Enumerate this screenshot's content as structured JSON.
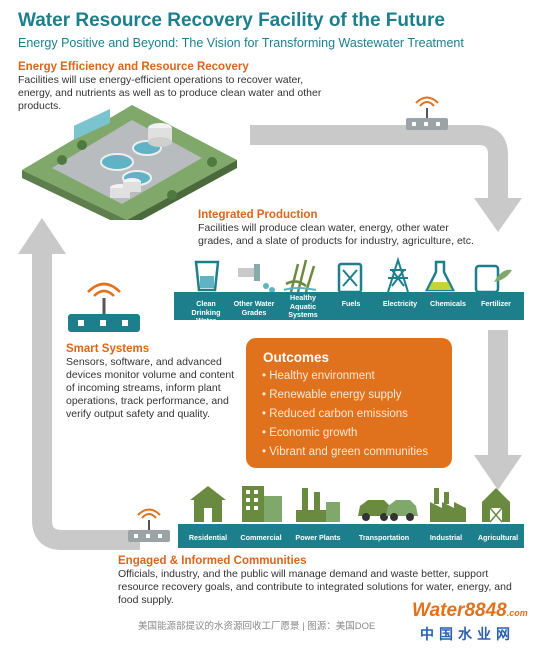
{
  "title": "Water Resource Recovery Facility of the Future",
  "subtitle": "Energy Positive and Beyond: The Vision for Transforming Wastewater Treatment",
  "sections": {
    "energy": {
      "heading": "Energy Efficiency and Resource Recovery",
      "text": "Facilities will use energy-efficient operations to recover water, energy, and nutrients as well as to produce clean water and other products."
    },
    "integrated": {
      "heading": "Integrated Production",
      "text": "Facilities will produce clean water, energy, other water grades, and a slate of products for industry, agriculture, etc."
    },
    "smart": {
      "heading": "Smart Systems",
      "text": "Sensors, software, and advanced devices monitor volume and content of incoming streams, inform plant operations, track performance, and verify output safety and quality."
    },
    "engaged": {
      "heading": "Engaged & Informed Communities",
      "text": "Officials, industry, and the public will manage demand and waste better, support resource recovery goals, and contribute to integrated solutions for water, energy, and food supply."
    }
  },
  "integrated_items": [
    {
      "label": "Clean Drinking Water",
      "icon": "water-glass-icon"
    },
    {
      "label": "Other Water Grades",
      "icon": "pipe-icon"
    },
    {
      "label": "Healthy Aquatic Systems",
      "icon": "plant-icon"
    },
    {
      "label": "Fuels",
      "icon": "fuel-can-icon"
    },
    {
      "label": "Electricity",
      "icon": "power-tower-icon"
    },
    {
      "label": "Chemicals",
      "icon": "flask-icon"
    },
    {
      "label": "Fertilizer",
      "icon": "fertilizer-icon"
    }
  ],
  "community_items": [
    {
      "label": "Residential",
      "icon": "house-icon"
    },
    {
      "label": "Commercial",
      "icon": "office-building-icon"
    },
    {
      "label": "Power Plants",
      "icon": "power-plant-icon"
    },
    {
      "label": "Transportation",
      "icon": "car-icon"
    },
    {
      "label": "Industrial",
      "icon": "factory-icon"
    },
    {
      "label": "Agricultural",
      "icon": "barn-icon"
    }
  ],
  "outcomes": {
    "heading": "Outcomes",
    "items": [
      "• Healthy environment",
      "• Renewable energy supply",
      "• Reduced carbon emissions",
      "• Economic growth",
      "• Vibrant and green communities"
    ]
  },
  "footer": {
    "caption": "美国能源部提议的水资源回收工厂愿景 | 图源：美国DOE",
    "logo_top": "Water8848",
    "logo_suffix": ".com",
    "logo_bottom": "中国水业网"
  },
  "colors": {
    "teal": "#1d7f8c",
    "orange": "#e0711d",
    "heading_orange": "#d9661c",
    "arrow_gray": "#c9c9c9"
  }
}
